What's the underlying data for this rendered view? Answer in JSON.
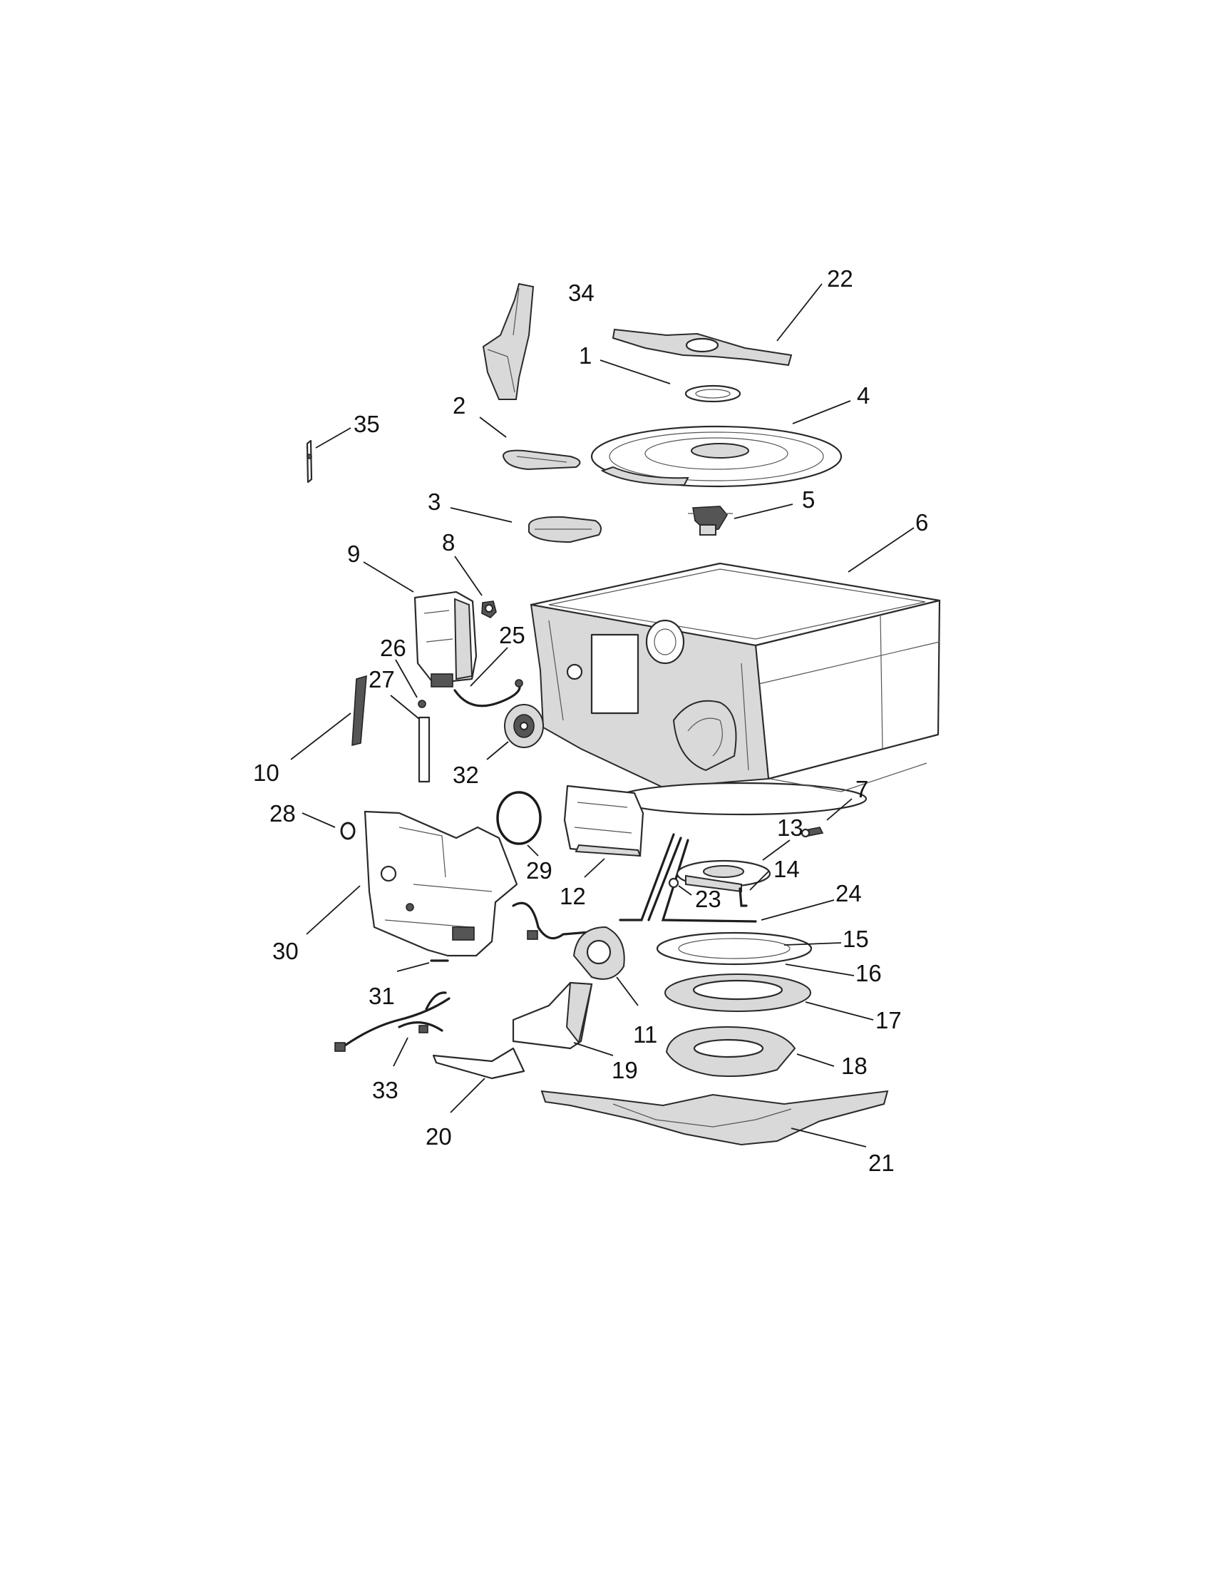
{
  "diagram": {
    "type": "exploded-parts-diagram",
    "callouts": [
      "1",
      "2",
      "3",
      "4",
      "5",
      "6",
      "7",
      "8",
      "9",
      "10",
      "11",
      "12",
      "13",
      "14",
      "15",
      "16",
      "17",
      "18",
      "19",
      "20",
      "21",
      "22",
      "23",
      "24",
      "25",
      "26",
      "27",
      "28",
      "29",
      "30",
      "31",
      "32",
      "33",
      "34",
      "35"
    ]
  }
}
